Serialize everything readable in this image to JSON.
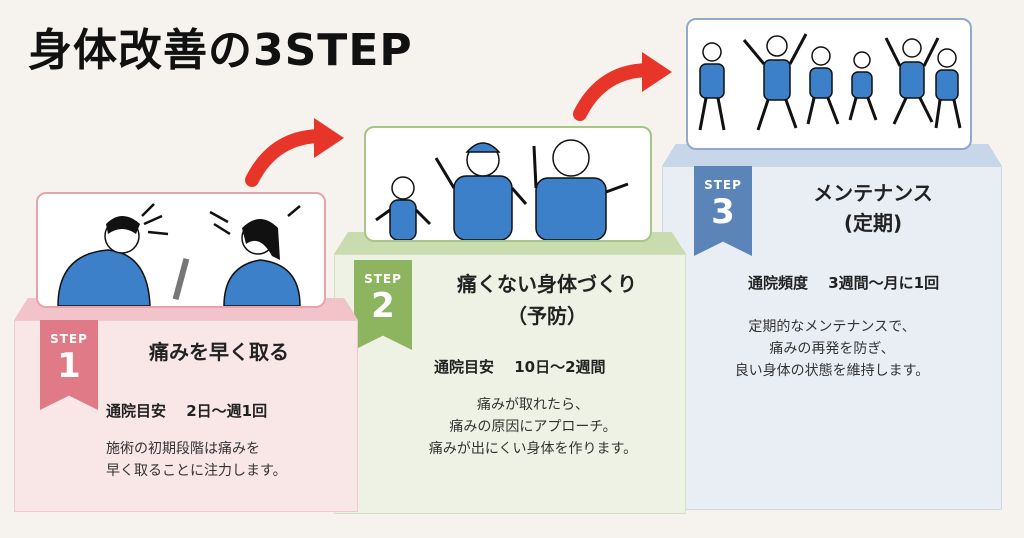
{
  "title": "身体改善の3STEP",
  "steps": [
    {
      "label": "STEP",
      "number": "1",
      "heading": "痛みを早く取る",
      "frequency": "通院目安　 2日〜週1回",
      "desc": [
        "施術の初期段階は痛みを",
        "早く取ることに注力します。"
      ],
      "color": "#e07a86"
    },
    {
      "label": "STEP",
      "number": "2",
      "heading_line1": "痛くない身体づくり",
      "heading_line2": "（予防）",
      "frequency": "通院目安　 10日〜2週間",
      "desc": [
        "痛みが取れたら、",
        "痛みの原因にアプローチ。",
        "痛みが出にくい身体を作ります。"
      ],
      "color": "#8db45f"
    },
    {
      "label": "STEP",
      "number": "3",
      "heading_line1": "メンテナンス",
      "heading_line2": "(定期)",
      "frequency": "通院頻度　 3週間〜月に1回",
      "desc": [
        "定期的なメンテナンスで、",
        "痛みの再発を防ぎ、",
        "良い身体の状態を維持します。"
      ],
      "color": "#5b84b9"
    }
  ],
  "icons": [
    "arrow-icon",
    "people-illustration"
  ]
}
